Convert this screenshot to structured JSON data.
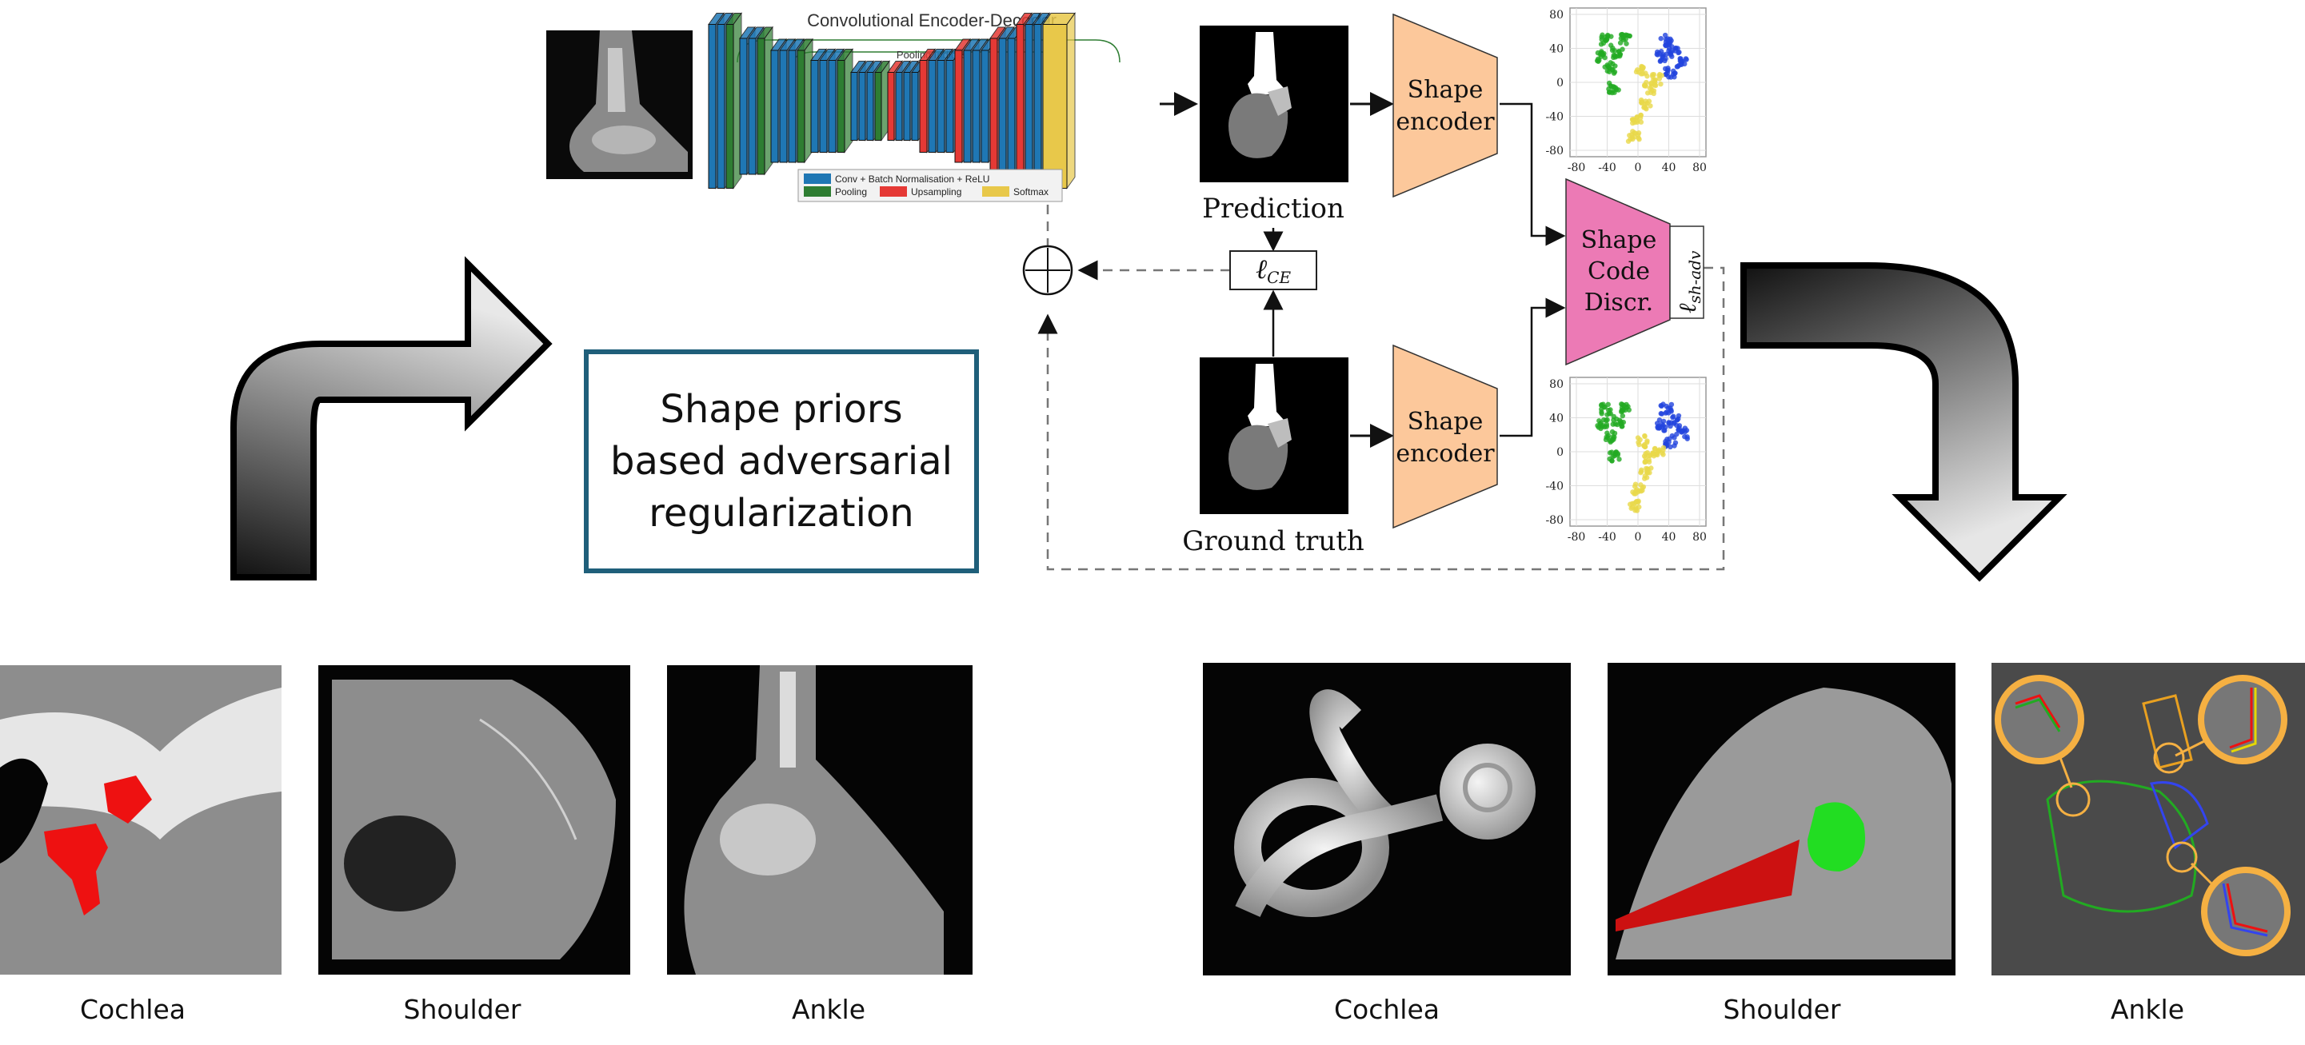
{
  "network": {
    "title": "Convolutional Encoder-Decoder",
    "pooling_indices": "Pooling Indices",
    "legend": [
      {
        "label": "Conv + Batch Normalisation + ReLU",
        "color": "#1f77b4"
      },
      {
        "label": "Pooling",
        "color": "#2e7d32"
      },
      {
        "label": "Upsampling",
        "color": "#e53935"
      },
      {
        "label": "Softmax",
        "color": "#e8c84a"
      }
    ]
  },
  "labels": {
    "prediction": "Prediction",
    "ground_truth": "Ground truth",
    "shape_encoder": "Shape encoder",
    "discriminator": "Shape Code Discr.",
    "loss_ce": "ℓ",
    "loss_ce_sub": "CE",
    "loss_adv": "ℓ",
    "loss_adv_sub": "sh-adv"
  },
  "scatter_axes": {
    "x_ticks": [
      "-80",
      "-40",
      "0",
      "40",
      "80"
    ],
    "y_ticks": [
      "80",
      "40",
      "0",
      "-40",
      "-80"
    ]
  },
  "prior_box": {
    "lines": [
      "Shape priors",
      "based adversarial",
      "regularization"
    ]
  },
  "inputs": [
    {
      "label": "Cochlea"
    },
    {
      "label": "Shoulder"
    },
    {
      "label": "Ankle"
    }
  ],
  "outputs": [
    {
      "label": "Cochlea"
    },
    {
      "label": "Shoulder"
    },
    {
      "label": "Ankle"
    }
  ],
  "colors": {
    "conv": "#1f77b4",
    "pool": "#2e7d32",
    "upsample": "#e53935",
    "softmax": "#e8c84a",
    "shape_encoder": "#fcc89b",
    "discriminator": "#ec7ab5",
    "box_border": "#1f5f7a",
    "cluster_green": "#22aa22",
    "cluster_blue": "#2244dd",
    "cluster_yellow": "#e8d84a"
  }
}
